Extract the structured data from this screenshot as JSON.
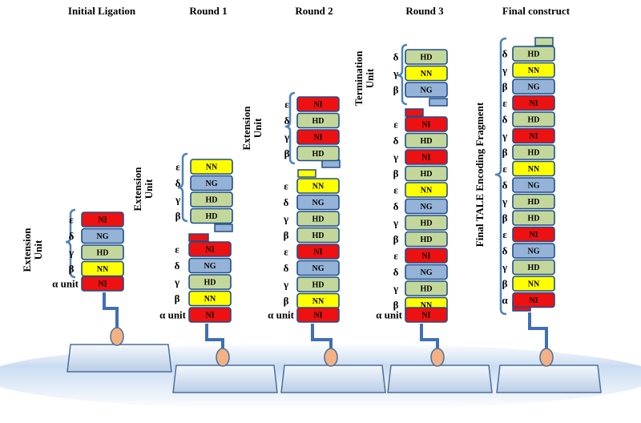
{
  "headings": {
    "initial": "Initial Ligation",
    "round1": "Round 1",
    "round2": "Round 2",
    "round3": "Round 3",
    "final": "Final construct"
  },
  "side_labels": {
    "initial_extension": [
      "Extension",
      "Unit"
    ],
    "round1_extension": [
      "Extension",
      "Unit"
    ],
    "round2_extension": [
      "Extension",
      "Unit"
    ],
    "round3_termination": [
      "Termination",
      "Unit"
    ],
    "final_fragment": "Final TALE Encoding Fragment"
  },
  "alpha_label": "α unit",
  "greek": {
    "alpha": "α",
    "beta": "β",
    "gamma": "γ",
    "delta": "δ",
    "epsilon": "ε"
  },
  "units": {
    "NI": {
      "label": "NI",
      "color": "#ee1111",
      "text_color": "#ffffff"
    },
    "NG": {
      "label": "NG",
      "color": "#95b3d7",
      "text_color": "#000000"
    },
    "HD": {
      "label": "HD",
      "color": "#c4d79b",
      "text_color": "#000000"
    },
    "NN": {
      "label": "NN",
      "color": "#ffff00",
      "text_color": "#000000"
    }
  },
  "columns": {
    "initial": {
      "main_stack": [
        [
          "epsilon",
          "NI"
        ],
        [
          "delta",
          "NG"
        ],
        [
          "gamma",
          "HD"
        ],
        [
          "beta",
          "NN"
        ]
      ],
      "alpha_unit": "NI"
    },
    "round1": {
      "incoming_stack": [
        [
          "epsilon",
          "NN"
        ],
        [
          "delta",
          "NG"
        ],
        [
          "gamma",
          "HD"
        ],
        [
          "beta",
          "HD"
        ]
      ],
      "main_stack": [
        [
          "epsilon",
          "NI"
        ],
        [
          "delta",
          "NG"
        ],
        [
          "gamma",
          "HD"
        ],
        [
          "beta",
          "NN"
        ]
      ],
      "alpha_unit": "NI"
    },
    "round2": {
      "incoming_stack": [
        [
          "epsilon",
          "NI"
        ],
        [
          "delta",
          "HD"
        ],
        [
          "gamma",
          "NI"
        ],
        [
          "beta",
          "HD"
        ]
      ],
      "main_stack": [
        [
          "epsilon",
          "NN"
        ],
        [
          "delta",
          "NG"
        ],
        [
          "gamma",
          "HD"
        ],
        [
          "beta",
          "HD"
        ],
        [
          "epsilon",
          "NI"
        ],
        [
          "delta",
          "NG"
        ],
        [
          "gamma",
          "HD"
        ],
        [
          "beta",
          "NN"
        ]
      ],
      "alpha_unit": "NI"
    },
    "round3": {
      "incoming_stack": [
        [
          "delta",
          "HD"
        ],
        [
          "gamma",
          "NN"
        ],
        [
          "beta",
          "NG"
        ]
      ],
      "main_stack": [
        [
          "epsilon",
          "NI"
        ],
        [
          "delta",
          "HD"
        ],
        [
          "gamma",
          "NI"
        ],
        [
          "beta",
          "HD"
        ],
        [
          "epsilon",
          "NN"
        ],
        [
          "delta",
          "NG"
        ],
        [
          "gamma",
          "HD"
        ],
        [
          "beta",
          "HD"
        ],
        [
          "epsilon",
          "NI"
        ],
        [
          "delta",
          "NG"
        ],
        [
          "gamma",
          "HD"
        ],
        [
          "beta",
          "NN"
        ]
      ],
      "alpha_unit": "NI"
    },
    "final": {
      "main_stack": [
        [
          "delta",
          "HD"
        ],
        [
          "gamma",
          "NN"
        ],
        [
          "beta",
          "NG"
        ],
        [
          "epsilon",
          "NI"
        ],
        [
          "delta",
          "HD"
        ],
        [
          "gamma",
          "NI"
        ],
        [
          "beta",
          "HD"
        ],
        [
          "epsilon",
          "NN"
        ],
        [
          "delta",
          "NG"
        ],
        [
          "gamma",
          "HD"
        ],
        [
          "beta",
          "HD"
        ],
        [
          "epsilon",
          "NI"
        ],
        [
          "delta",
          "NG"
        ],
        [
          "gamma",
          "HD"
        ],
        [
          "beta",
          "NN"
        ],
        [
          "alpha",
          "NI"
        ]
      ]
    }
  }
}
